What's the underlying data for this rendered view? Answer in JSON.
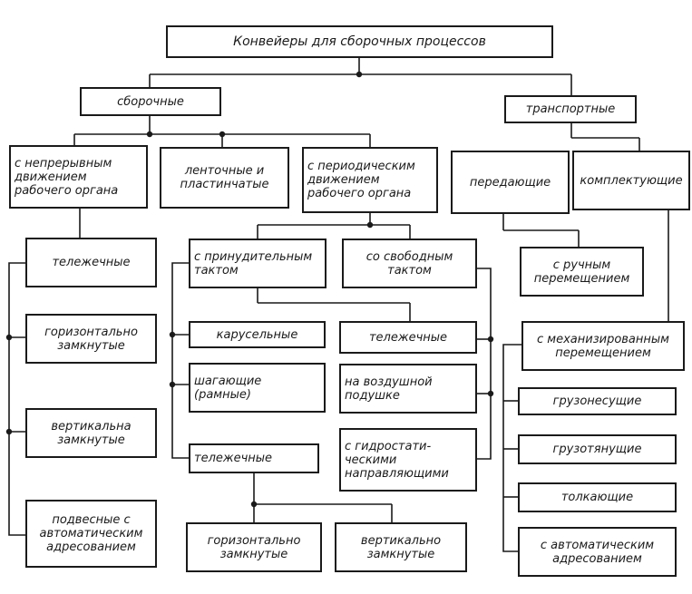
{
  "nodes": {
    "root": "Конвейеры для сборочных процессов",
    "assembly": "сборочные",
    "transport": "транспортные",
    "continuous": "с непрерывным\nдвижением\nрабочего органа",
    "belt": "ленточные и\nпластинчатые",
    "periodic": "с периодическим\nдвижением\nрабочего органа",
    "transfer": "передающие",
    "completing": "комплектующие",
    "trolley_cont": "тележечные",
    "horiz_closed_cont": "горизонтально\nзамкнутые",
    "vert_closed_cont": "вертикальна\nзамкнутые",
    "suspended": "подвесные с\nавтоматическим\nадресованием",
    "forced": "с принудительным\nтактом",
    "free": "со свободным\nтактом",
    "carousel": "карусельные",
    "walking": "шагающие\n(рамные)",
    "trolley_forced": "тележечные",
    "trolley_free": "тележечные",
    "air_cushion": "на воздушной\nподушке",
    "hydrostatic": "с гидростати-\nческими\nнаправляющими",
    "horiz_closed_bottom": "горизонтально\nзамкнутые",
    "vert_closed_bottom": "вертикально\nзамкнутые",
    "manual": "с ручным\nперемещением",
    "mechanized": "с механизированным\nперемещением",
    "load_carrying": "грузонесущие",
    "load_pulling": "грузотянущие",
    "pushing": "толкающие",
    "auto_address": "с автоматическим\nадресованием"
  }
}
